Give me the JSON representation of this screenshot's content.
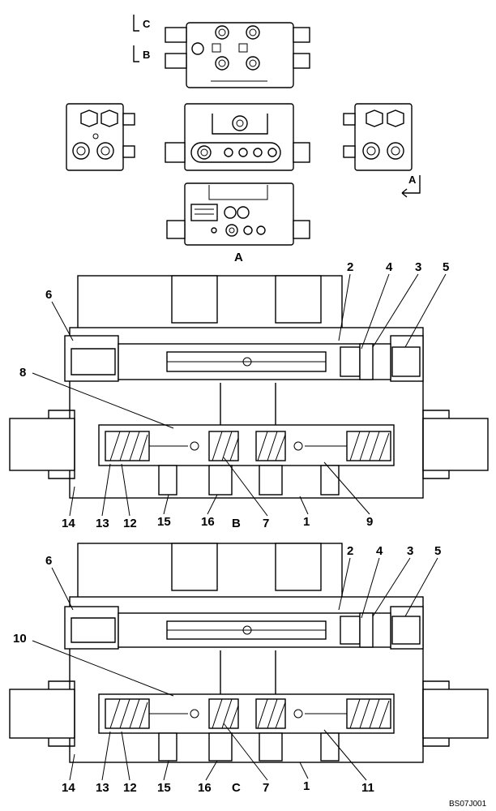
{
  "views": {
    "top": {
      "section_c": "C",
      "section_b": "B"
    },
    "front": {
      "section_a_right": "A",
      "view_a_caption": "A"
    }
  },
  "section_b": {
    "callouts": {
      "c2": "2",
      "c4": "4",
      "c3": "3",
      "c5": "5",
      "c6": "6",
      "c8": "8",
      "c14": "14",
      "c13": "13",
      "c12": "12",
      "c15": "15",
      "c16": "16",
      "cB": "B",
      "c7": "7",
      "c1": "1",
      "c9": "9"
    }
  },
  "section_c": {
    "callouts": {
      "c2": "2",
      "c4": "4",
      "c3": "3",
      "c5": "5",
      "c6": "6",
      "c10": "10",
      "c14": "14",
      "c13": "13",
      "c12": "12",
      "c15": "15",
      "c16": "16",
      "cC": "C",
      "c7": "7",
      "c1": "1",
      "c11": "11"
    }
  },
  "drawing_code": "BS07J001"
}
